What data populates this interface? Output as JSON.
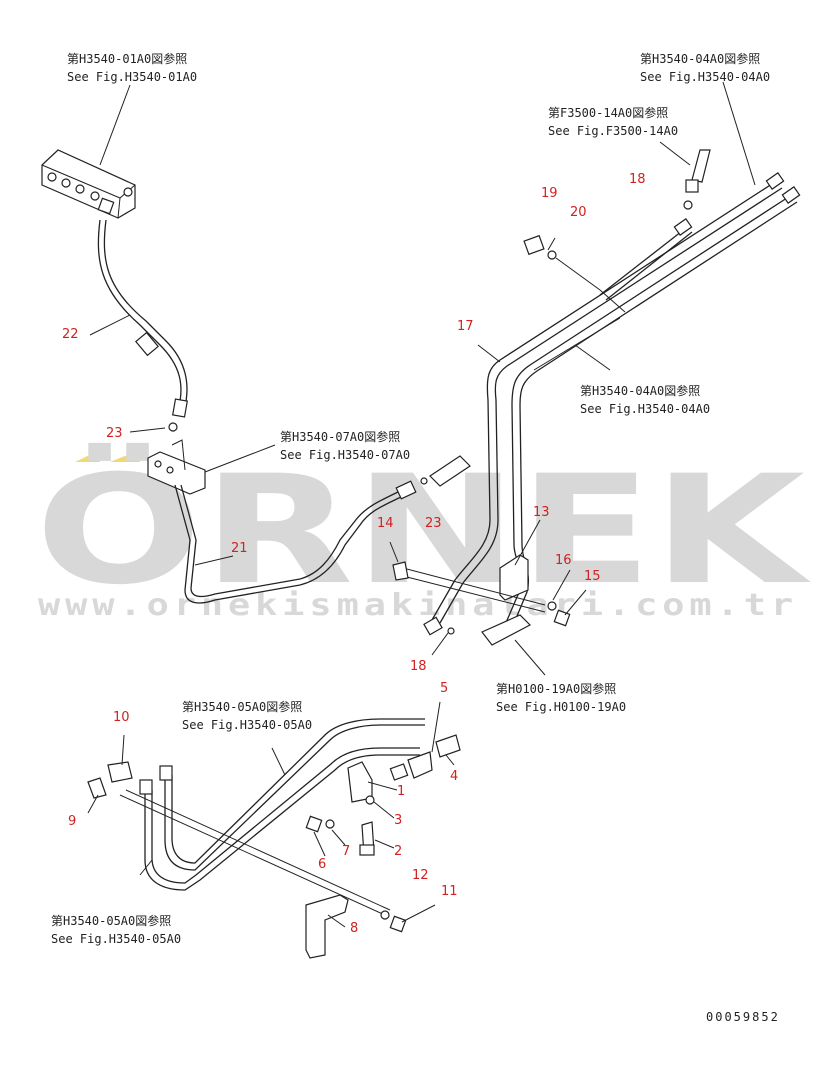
{
  "watermark": {
    "brand": "ÖRNEK",
    "url": "www.ornekismakinalari.com.tr"
  },
  "references": [
    {
      "jp": "第H3540-01A0図参照",
      "en": "See Fig.H3540-01A0"
    },
    {
      "jp": "第H3540-04A0図参照",
      "en": "See Fig.H3540-04A0"
    },
    {
      "jp": "第F3500-14A0図参照",
      "en": "See Fig.F3500-14A0"
    },
    {
      "jp": "第H3540-04A0図参照",
      "en": "See Fig.H3540-04A0"
    },
    {
      "jp": "第H3540-07A0図参照",
      "en": "See Fig.H3540-07A0"
    },
    {
      "jp": "第H0100-19A0図参照",
      "en": "See Fig.H0100-19A0"
    },
    {
      "jp": "第H3540-05A0図参照",
      "en": "See Fig.H3540-05A0"
    },
    {
      "jp": "第H3540-05A0図参照",
      "en": "See Fig.H3540-05A0"
    }
  ],
  "callouts": [
    "22",
    "23",
    "21",
    "14",
    "23",
    "13",
    "16",
    "15",
    "18",
    "17",
    "19",
    "20",
    "18",
    "10",
    "9",
    "5",
    "4",
    "1",
    "3",
    "2",
    "6",
    "7",
    "12",
    "11",
    "8"
  ],
  "drawing_number": "00059852",
  "colors": {
    "callout": "#d42020",
    "line": "#222222",
    "watermark": "#d8d8d8",
    "watermark_accent": "#f2d870"
  }
}
